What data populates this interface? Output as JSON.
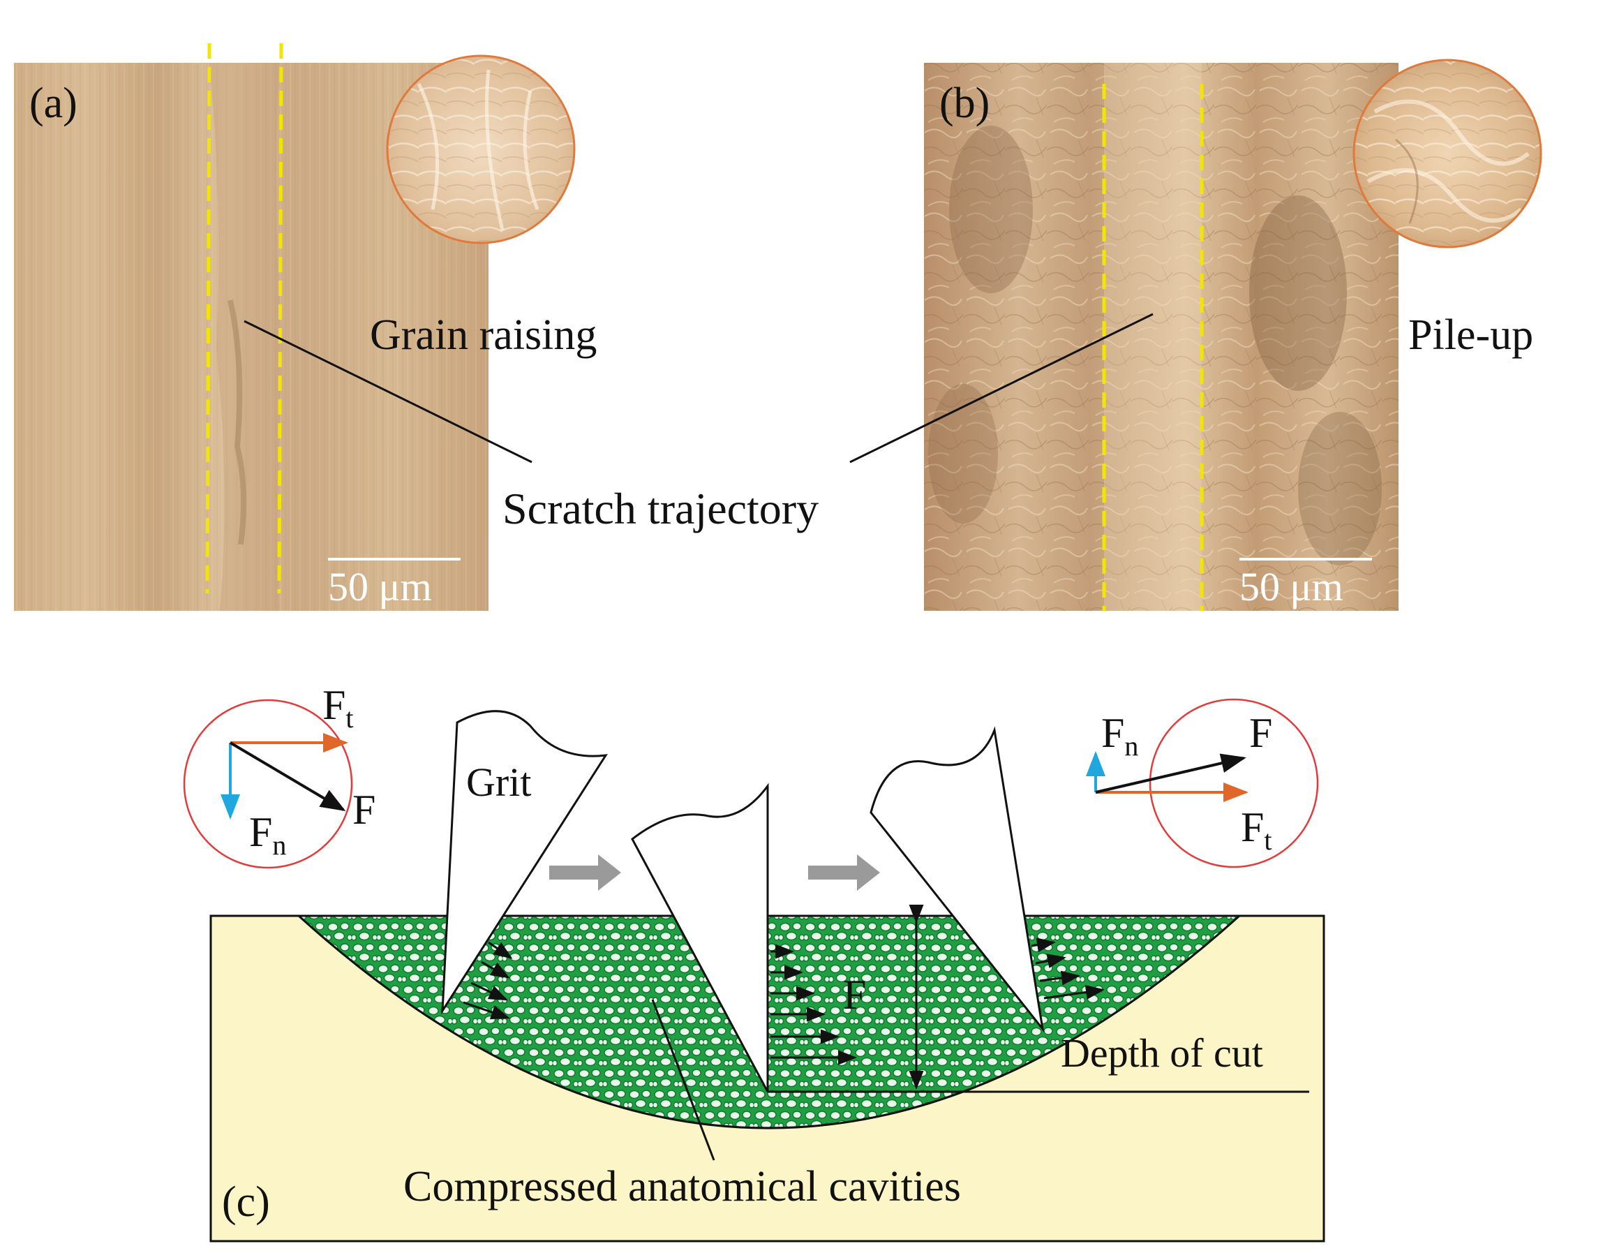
{
  "panels": {
    "a": {
      "label": "(a)",
      "callout": "Grain raising",
      "scalebar": "50 μm"
    },
    "b": {
      "label": "(b)",
      "callout": "Pile-up",
      "scalebar": "50 μm"
    },
    "c": {
      "label": "(c)",
      "grit_label": "Grit",
      "cavities_label": "Compressed anatomical cavities",
      "depth_label": "Depth of cut",
      "force_label": "F",
      "left_inset": {
        "ft": "F",
        "ft_sub": "t",
        "fn": "F",
        "fn_sub": "n",
        "f": "F"
      },
      "right_inset": {
        "ft": "F",
        "ft_sub": "t",
        "fn": "F",
        "fn_sub": "n",
        "f": "F"
      }
    }
  },
  "shared": {
    "scratch_label": "Scratch trajectory"
  },
  "colors": {
    "wood_a": "#d2b48c",
    "wood_b": "#c9a57f",
    "trajectory": "#f2e600",
    "inset_ring_photo": "#e07a3c",
    "inset_ring_force": "#e33b3b",
    "substrate": "#fbf5c8",
    "cavity_green": "#1a9a3c",
    "force_tangential": "#e0662a",
    "force_normal": "#21a7df",
    "move_arrow": "#9a9a9a"
  },
  "icons": [
    "grit-particle",
    "move-arrow",
    "force-arrow"
  ]
}
